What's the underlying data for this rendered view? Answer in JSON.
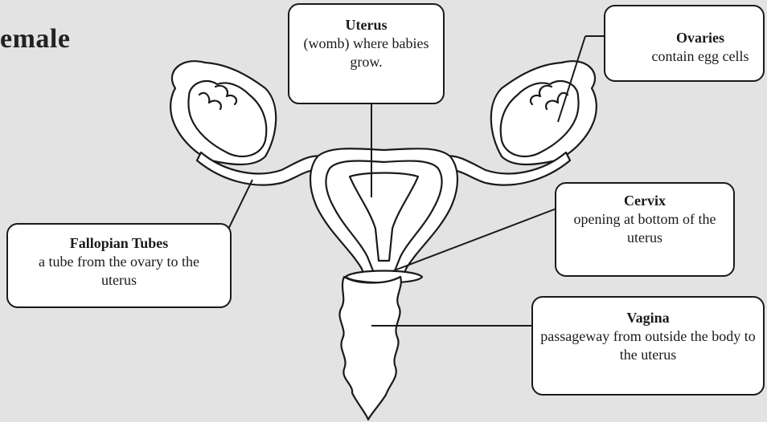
{
  "heading": "emale",
  "labels": {
    "uterus": {
      "title": "Uterus",
      "desc": "(womb) where babies grow."
    },
    "ovaries": {
      "title": "Ovaries",
      "desc": "contain egg cells"
    },
    "fallopian": {
      "title": "Fallopian Tubes",
      "desc": "a tube from the ovary to the uterus"
    },
    "cervix": {
      "title": "Cervix",
      "desc": "opening at bottom of the uterus"
    },
    "vagina": {
      "title": "Vagina",
      "desc": "passageway from outside the body to the uterus"
    }
  },
  "colors": {
    "background": "#e3e3e3",
    "organ_fill": "#ffffff",
    "line": "#1a1a1a"
  }
}
